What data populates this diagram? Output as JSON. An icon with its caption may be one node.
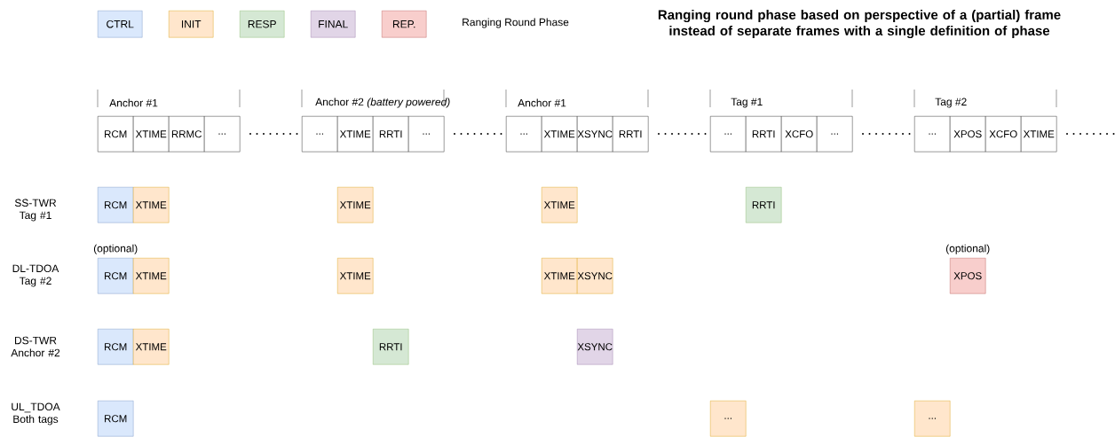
{
  "diagram": {
    "title": "Ranging round phase based on perspective of a (partial) frame instead of separate frames with a single definition of phase",
    "nodes": [
      {
        "text": [
          "RCM"
        ]
      },
      {
        "text": [
          "XTIME"
        ]
      },
      {
        "text": [
          "RRMC"
        ]
      },
      {
        "text": [
          "..."
        ]
      },
      {
        "text": [
          "..."
        ]
      },
      {
        "text": [
          "XTIME"
        ]
      },
      {
        "text": [
          "RRTI"
        ]
      },
      {
        "text": [
          "..."
        ]
      },
      {
        "text": [
          "..."
        ]
      },
      {
        "text": [
          "XTIME"
        ]
      },
      {
        "text": [
          "XSYNC"
        ]
      },
      {
        "text": [
          "RRTI"
        ]
      },
      {
        "text": [
          "..."
        ]
      },
      {
        "text": [
          "RRTI"
        ]
      },
      {
        "text": [
          "XCFO"
        ]
      },
      {
        "text": [
          "..."
        ]
      },
      {
        "text": [
          "..."
        ]
      },
      {
        "text": [
          "XPOS"
        ]
      },
      {
        "text": [
          "XCFO"
        ]
      },
      {
        "text": [
          "XTIME"
        ]
      },
      {
        "text": [
          "RCM"
        ]
      },
      {
        "text": [
          "XTIME"
        ]
      },
      {
        "text": [
          "XTIME"
        ]
      },
      {
        "text": [
          "XTIME"
        ]
      },
      {
        "text": [
          "RRTI"
        ]
      },
      {
        "text": [
          "RCM"
        ],
        "beside": [
          "(optional)"
        ]
      },
      {
        "text": [
          "XTIME"
        ]
      },
      {
        "text": [
          "XTIME"
        ]
      },
      {
        "text": [
          "XTIME"
        ]
      },
      {
        "text": [
          "XSYNC"
        ]
      },
      {
        "text": [
          "XPOS"
        ],
        "beside": [
          "(optional)"
        ]
      },
      {
        "text": [
          "RCM"
        ]
      },
      {
        "text": [
          "XTIME"
        ]
      },
      {
        "text": [
          "RRTI"
        ]
      },
      {
        "text": [
          "XSYNC"
        ]
      },
      {
        "text": [
          "RCM"
        ]
      },
      {
        "text": [
          "..."
        ]
      },
      {
        "text": [
          "..."
        ]
      }
    ],
    "labels": [
      "Ranging Round Phase",
      "Anchor #1",
      "Anchor #2 *(battery powered)*",
      "Anchor #1",
      "Tag #1",
      "Tag #2",
      "SS-TWR Tag #1",
      "DL-TDOA Tag #2",
      "DS-TWR Anchor #2",
      "UL_TDOA Both tags"
    ],
    "legend": [
      {
        "text": "CTRL",
        "color": "#dae8fc"
      },
      {
        "text": "INIT",
        "color": "#ffe6cc"
      },
      {
        "text": "RESP",
        "color": "#d5e8d4"
      },
      {
        "text": "FINAL",
        "color": "#e1d5e7"
      },
      {
        "text": "REP.",
        "color": "#f8cecc"
      }
    ]
  }
}
